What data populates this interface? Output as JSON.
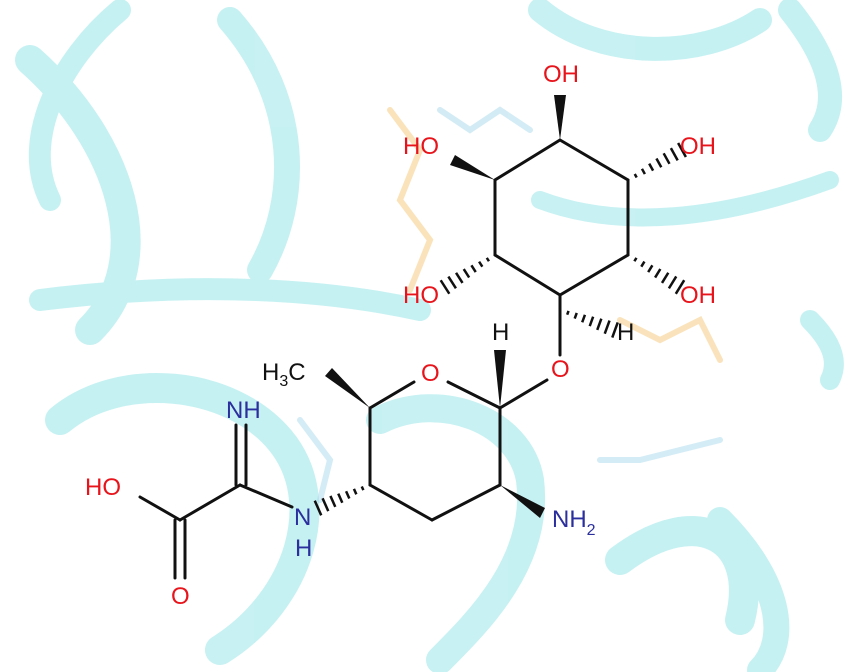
{
  "colors": {
    "bond": "#111111",
    "oxygen": "#e8141b",
    "nitrogen": "#2b2f9e",
    "ribbon": "#9fe7e7"
  },
  "labels": {
    "oh_top": "OH",
    "ho_upper_left": "HO",
    "oh_upper_right": "OH",
    "ho_lower_left": "HO",
    "oh_lower_right": "OH",
    "h_inositol": "H",
    "h_anomeric": "H",
    "o_glycosidic": "O",
    "o_ring": "O",
    "methyl": "H",
    "methyl_c": "C",
    "methyl_sub": "3",
    "imine_nh": "NH",
    "acid_ho": "HO",
    "carbonyl_o": "O",
    "amide_n": "N",
    "amide_h": "H",
    "amine": "NH",
    "amine_sub": "2"
  }
}
